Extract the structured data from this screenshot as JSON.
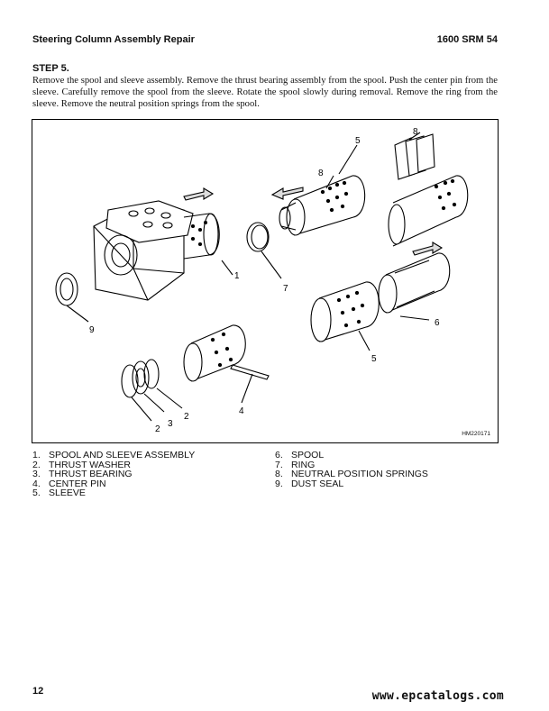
{
  "header": {
    "section_title": "Steering Column Assembly Repair",
    "manual_code": "1600 SRM 54"
  },
  "step": {
    "heading": "STEP 5.",
    "body": "Remove the spool and sleeve assembly. Remove the thrust bearing assembly from the spool. Push the center pin from the sleeve. Carefully remove the spool from the sleeve. Rotate the spool slowly during removal. Remove the ring from the sleeve. Remove the neutral position springs from the spool."
  },
  "figure": {
    "id": "HM220171",
    "callouts": [
      "1",
      "2",
      "2",
      "3",
      "4",
      "5",
      "5",
      "6",
      "7",
      "8",
      "8",
      "9"
    ]
  },
  "legend": {
    "left": [
      {
        "num": "1.",
        "label": "SPOOL AND SLEEVE ASSEMBLY"
      },
      {
        "num": "2.",
        "label": "THRUST WASHER"
      },
      {
        "num": "3.",
        "label": "THRUST BEARING"
      },
      {
        "num": "4.",
        "label": "CENTER PIN"
      },
      {
        "num": "5.",
        "label": "SLEEVE"
      }
    ],
    "right": [
      {
        "num": "6.",
        "label": "SPOOL"
      },
      {
        "num": "7.",
        "label": "RING"
      },
      {
        "num": "8.",
        "label": "NEUTRAL POSITION SPRINGS"
      },
      {
        "num": "9.",
        "label": "DUST SEAL"
      }
    ]
  },
  "footer": {
    "page_number": "12",
    "watermark": "www.epcatalogs.com"
  }
}
